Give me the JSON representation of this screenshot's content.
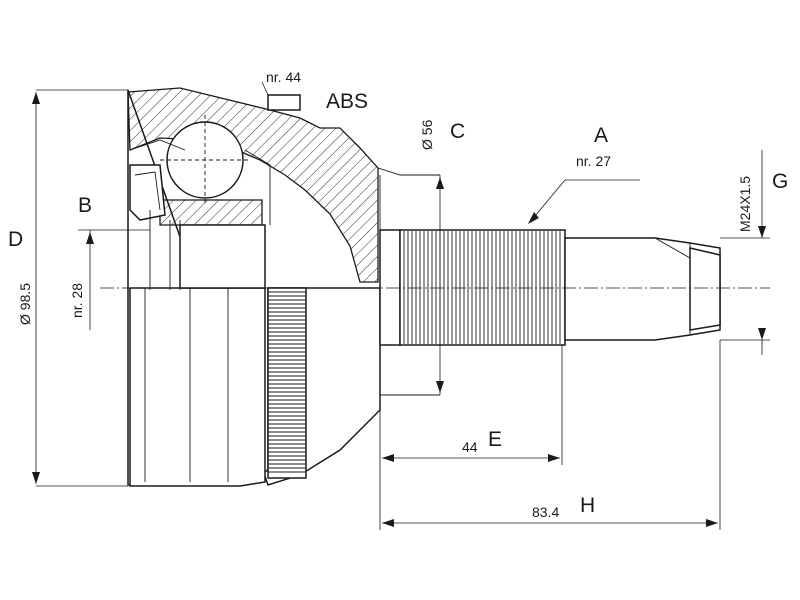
{
  "labels": {
    "nr44": "nr. 44",
    "abs": "ABS",
    "dia56": "Ø 56",
    "c": "C",
    "a": "A",
    "nr27": "nr. 27",
    "m24": "M24X1.5",
    "g": "G",
    "b": "B",
    "d": "D",
    "dia985": "Ø 98.5",
    "nr28": "nr. 28",
    "dim44": "44",
    "e": "E",
    "dim834": "83.4",
    "h": "H"
  }
}
